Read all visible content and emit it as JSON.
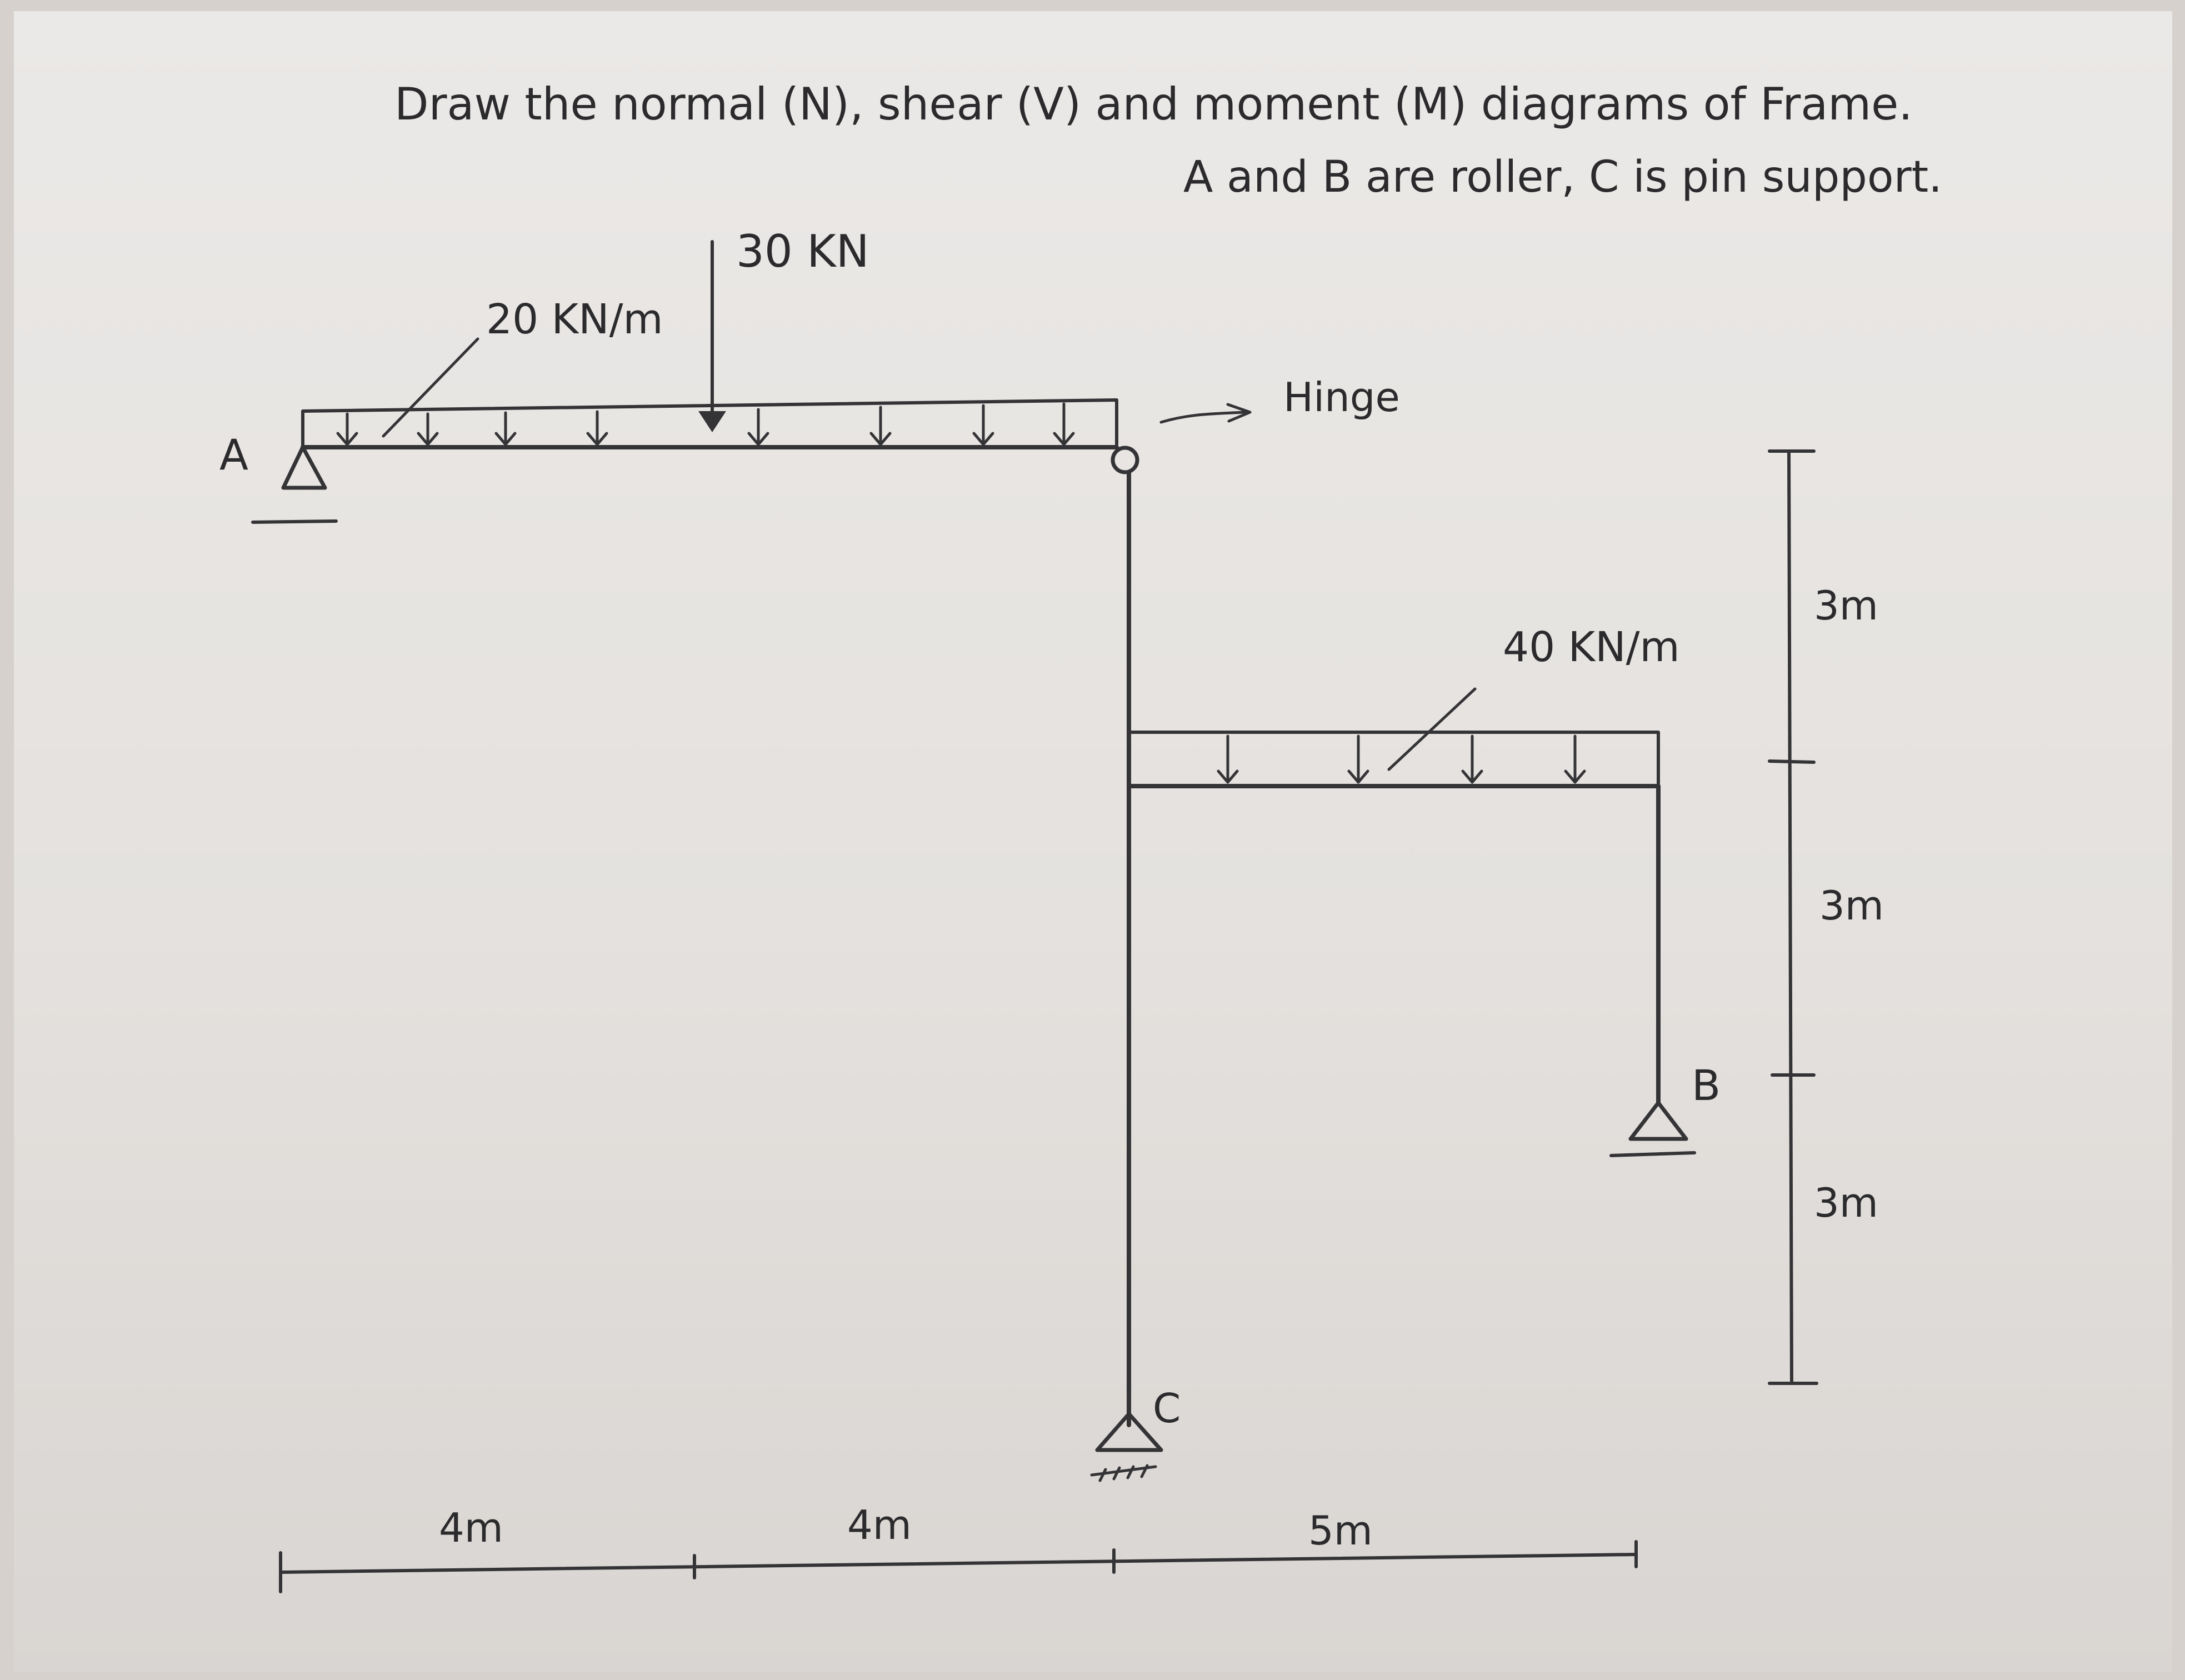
{
  "instructions": {
    "line1": "Draw the normal (N), shear (V) and moment (M) diagrams of Frame.",
    "line2": "A and B are roller, C is pin support."
  },
  "loads": {
    "udl_top": "20 KN/m",
    "point_load": "30 KN",
    "udl_bracket": "40 KN/m"
  },
  "annotations": {
    "hinge": "Hinge"
  },
  "supports": {
    "a": "A",
    "b": "B",
    "c": "C"
  },
  "dimensions": {
    "horizontal": [
      "4m",
      "4m",
      "5m"
    ],
    "vertical": [
      "3m",
      "3m",
      "3m"
    ]
  }
}
